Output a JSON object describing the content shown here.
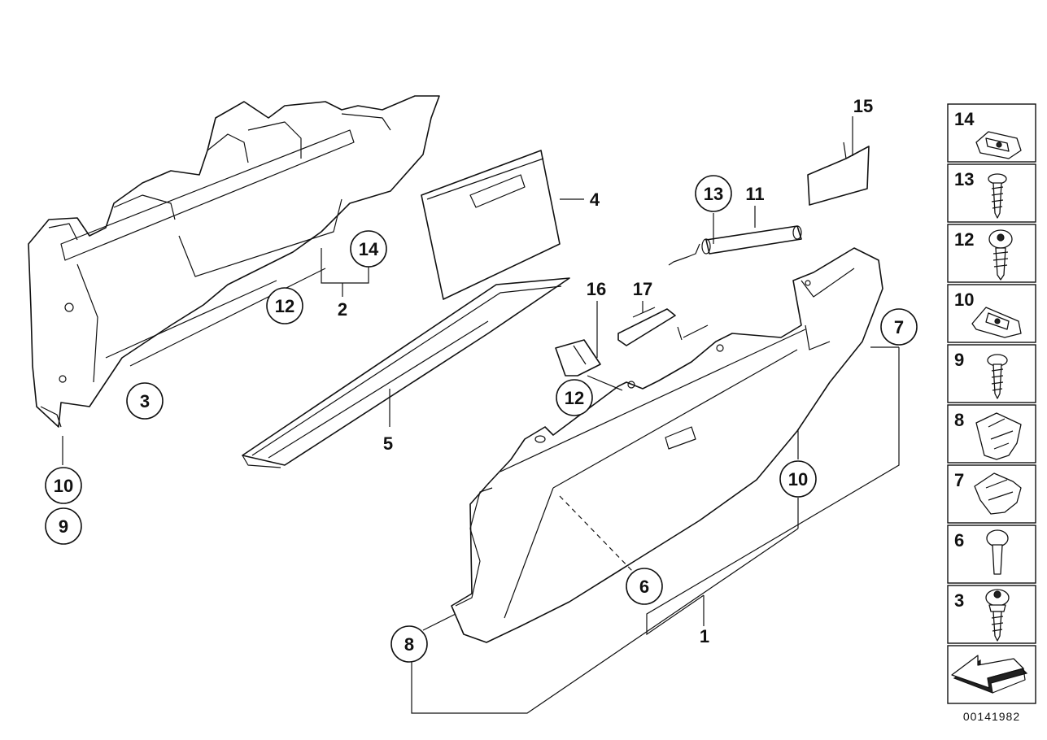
{
  "callouts": {
    "c1": "1",
    "c2": "2",
    "c3": "3",
    "c4": "4",
    "c5": "5",
    "c6": "6",
    "c7": "7",
    "c8": "8",
    "c9": "9",
    "c10a": "10",
    "c10b": "10",
    "c11": "11",
    "c12a": "12",
    "c12b": "12",
    "c13": "13",
    "c14": "14",
    "c15": "15",
    "c16": "16",
    "c17": "17"
  },
  "side_panel": {
    "items": [
      {
        "label": "14",
        "icon": "clip-nut-icon"
      },
      {
        "label": "13",
        "icon": "small-screw-icon"
      },
      {
        "label": "12",
        "icon": "flange-screw-icon"
      },
      {
        "label": "10",
        "icon": "speed-nut-icon"
      },
      {
        "label": "9",
        "icon": "tapping-screw-icon"
      },
      {
        "label": "8",
        "icon": "expanding-clip-icon"
      },
      {
        "label": "7",
        "icon": "retaining-clip-icon"
      },
      {
        "label": "6",
        "icon": "plug-pin-icon"
      },
      {
        "label": "3",
        "icon": "collar-screw-icon"
      }
    ],
    "arrow_icon": "direction-arrow-icon"
  },
  "doc_id": "00141982"
}
